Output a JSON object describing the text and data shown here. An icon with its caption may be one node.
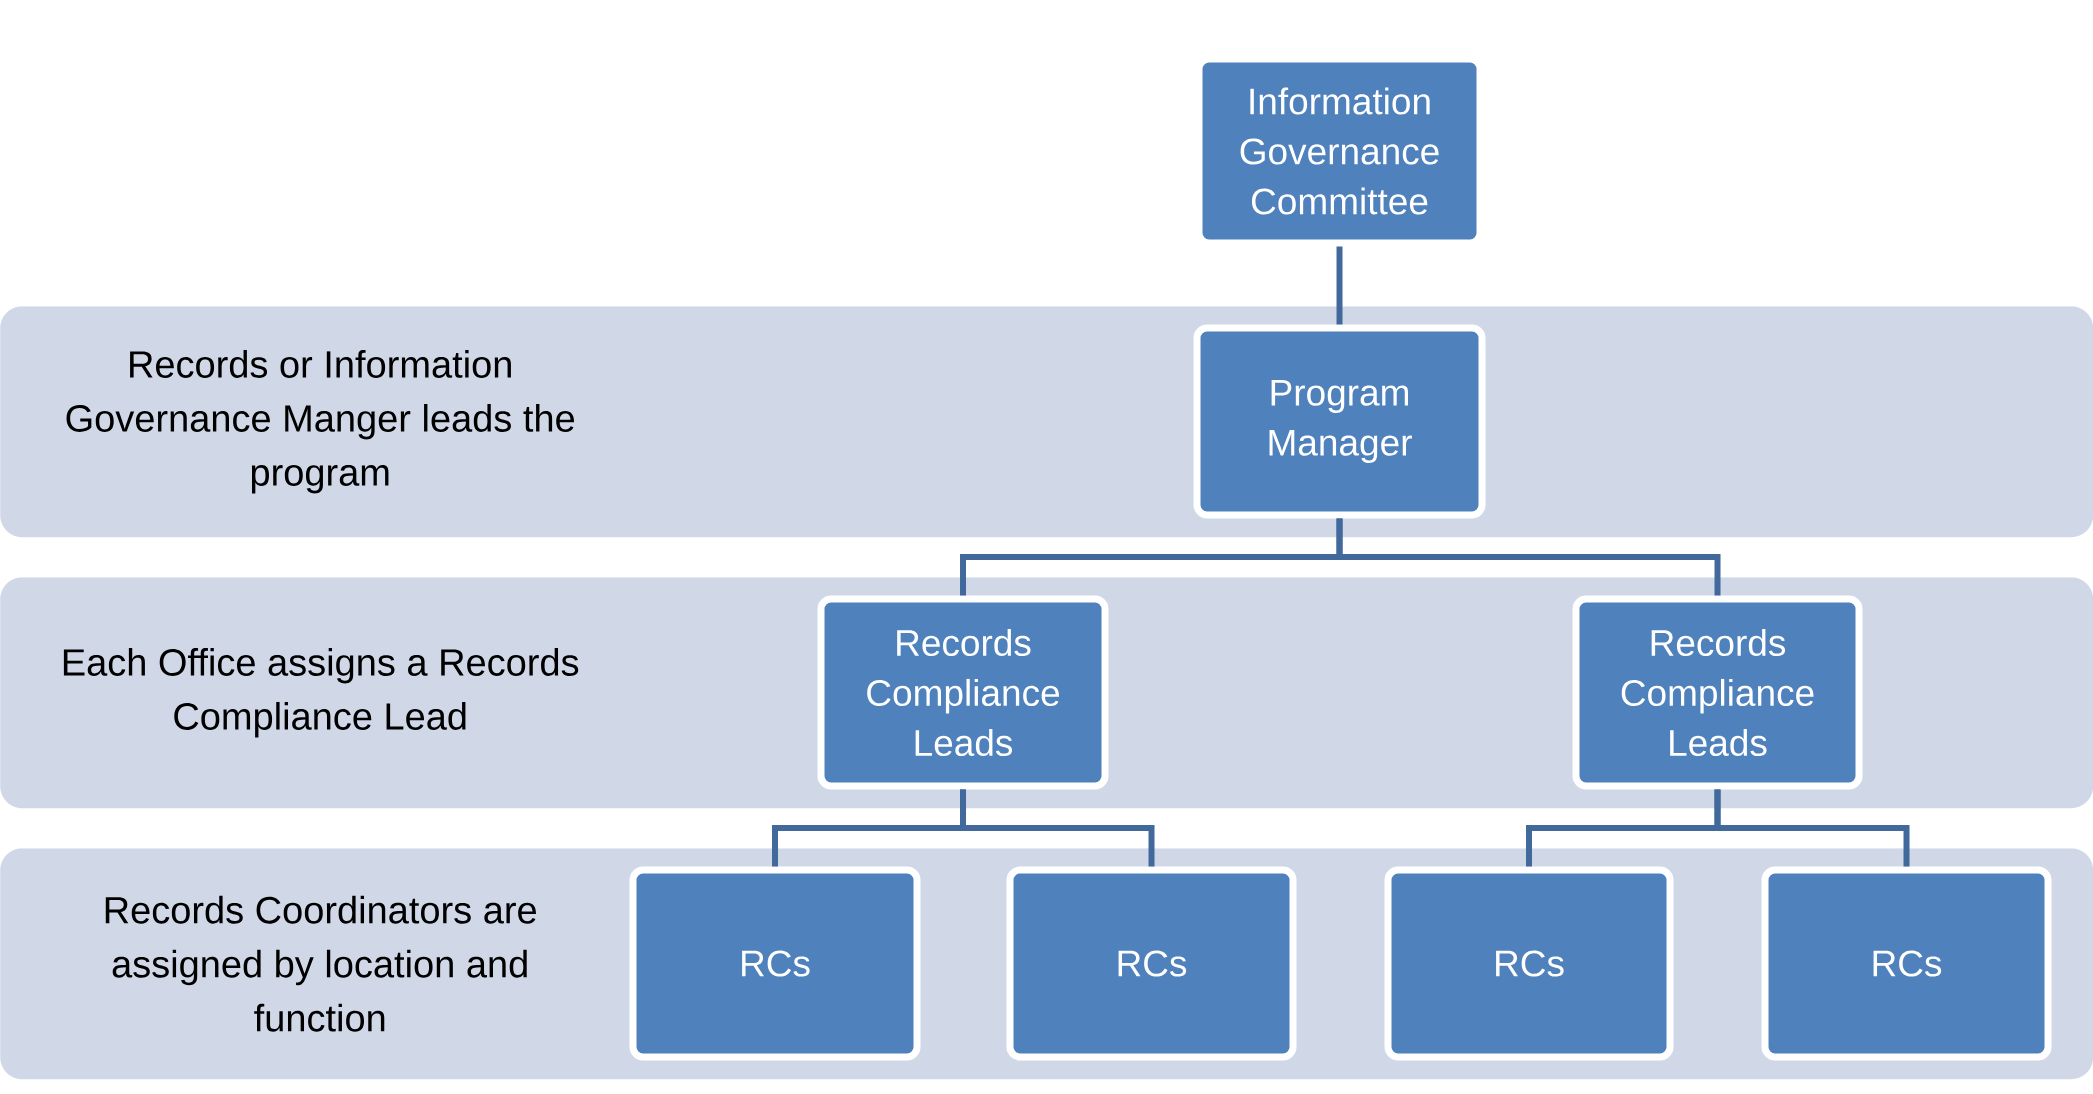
{
  "diagram": {
    "nodes": [
      {
        "text": [
          "Information Governance Committee"
        ]
      },
      {
        "text": [
          "Records or Information Governance Manger leads the program"
        ]
      },
      {
        "text": [
          "Program Manager"
        ],
        "in": 1
      },
      {
        "text": [
          "Each Office assigns a Records  Compliance Lead"
        ]
      },
      {
        "text": [
          "Records Compliance Leads"
        ],
        "in": 3
      },
      {
        "text": [
          "Records Compliance Leads"
        ],
        "in": 3
      },
      {
        "text": [
          "Records Coordinators are assigned by location and function"
        ]
      },
      {
        "text": [
          "RCs"
        ],
        "in": 6
      },
      {
        "text": [
          "RCs"
        ],
        "in": 6
      },
      {
        "text": [
          "RCs"
        ],
        "in": 6
      },
      {
        "text": [
          "RCs"
        ],
        "in": 6
      }
    ],
    "edges": [
      {
        "from": 0,
        "to": 2,
        "arrow": "none"
      },
      {
        "from": 2,
        "to": 4,
        "arrow": "none"
      },
      {
        "from": 2,
        "to": 5,
        "arrow": "none"
      },
      {
        "from": 4,
        "to": 7,
        "arrow": "none"
      },
      {
        "from": 4,
        "to": 8,
        "arrow": "none"
      },
      {
        "from": 5,
        "to": 9,
        "arrow": "none"
      },
      {
        "from": 5,
        "to": 10,
        "arrow": "none"
      }
    ]
  }
}
